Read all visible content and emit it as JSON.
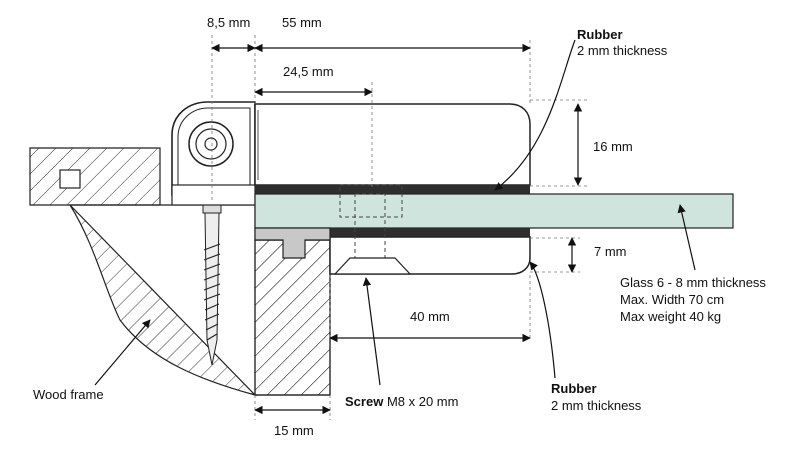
{
  "dimensions": {
    "d_8_5": "8,5 mm",
    "d_55": "55 mm",
    "d_24_5": "24,5  mm",
    "d_16": "16 mm",
    "d_7": "7 mm",
    "d_40": "40 mm",
    "d_15": "15 mm"
  },
  "callouts": {
    "rubber_top": {
      "title": "Rubber",
      "detail": "2 mm thickness"
    },
    "rubber_bottom": {
      "title": "Rubber",
      "detail": "2 mm thickness"
    },
    "glass": {
      "line1": "Glass 6 - 8 mm thickness",
      "line2": "Max. Width 70 cm",
      "line3": "Max weight 40 kg"
    },
    "wood_frame": "Wood frame",
    "screw": {
      "title": "Screw",
      "detail": "M8 x 20 mm"
    }
  },
  "colors": {
    "glass": "#cfe4dd",
    "rubber": "#2e2e2e",
    "hinge_body": "#ffffff",
    "plate": "#c8c8c8",
    "line": "#1a1a1a"
  }
}
